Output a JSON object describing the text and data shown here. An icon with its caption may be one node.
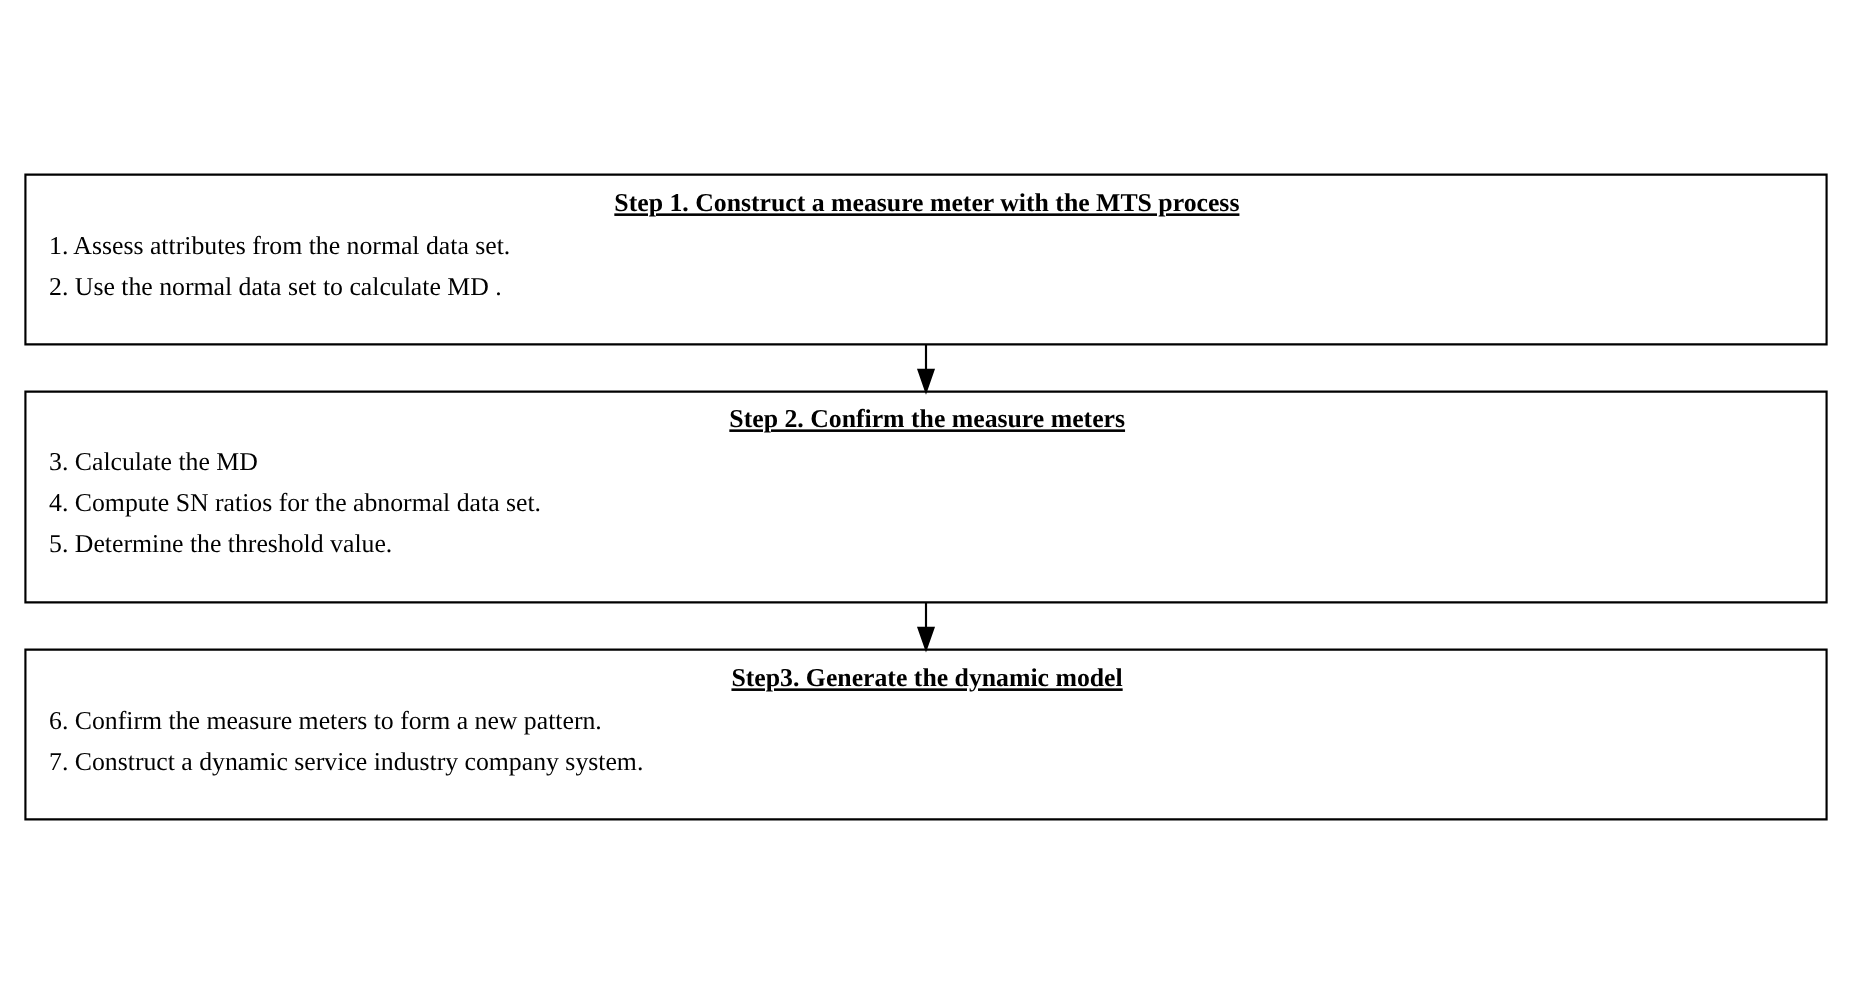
{
  "diagram": {
    "nodes": [
      {
        "text": [
          "Step 1. Construct a measure meter with the MTS process",
          "1. Assess attributes from the normal data set.",
          "2. Use the normal data set to calculate MD ."
        ]
      },
      {
        "text": [
          "Step 2. Confirm the measure meters",
          "3. Calculate the MD",
          "4. Compute SN ratios for the abnormal data set.",
          "5. Determine the threshold value."
        ]
      },
      {
        "text": [
          "Step3. Generate the dynamic model",
          "6. Confirm the measure meters to form a new pattern.",
          "7. Construct a dynamic service industry company system."
        ]
      }
    ],
    "edges": [
      {
        "from": 0,
        "to": 1,
        "arrow": "to"
      },
      {
        "from": 1,
        "to": 2,
        "arrow": "to"
      }
    ]
  }
}
